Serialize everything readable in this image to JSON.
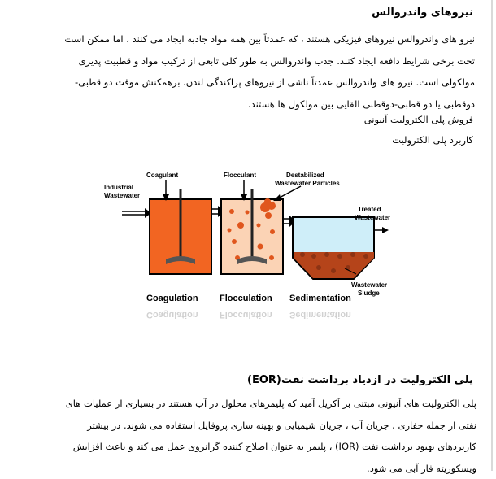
{
  "section1": {
    "title": "نیروهای واندروالس",
    "lines": [
      "نیرو های واندروالس نیروهای فیزیکی هستند ، که عمدتاً بین همه مواد جاذبه ایجاد می کنند ، اما ممکن است",
      "تحت برخی شرایط دافعه ایجاد کنند. جذب واندروالس به طور کلی تابعی از ترکیب مواد و قطبیت پذیری",
      "مولکولی است. نیرو های واندروالس عمدتاً ناشی از نیروهای پراکندگی لندن، برهمکنش موقت دو قطبی-",
      "دوقطبی یا دو قطبی-دوقطبی القایی بین مولکول ها هستند."
    ],
    "item1": "فروش پلی الکترولیت آنیونی",
    "item2": "کاربرد پلی الکترولیت"
  },
  "diagram": {
    "labels": {
      "industrial_wastewater": [
        "Industrial",
        "Wastewater"
      ],
      "coagulant": "Coagulant",
      "flocculant": "Flocculant",
      "destabilized": [
        "Destabilized",
        "Wastewater Particles"
      ],
      "treated_wastewater": [
        "Treated",
        "Wastewater"
      ],
      "wastewater_sludge": [
        "Wastewater",
        "Sludge"
      ]
    },
    "stages": [
      "Coagulation",
      "Flocculation",
      "Sedimentation"
    ],
    "colors": {
      "coagulation_fill": "#f26522",
      "flocculation_fill": "#fbd3b5",
      "sedimentation_fill": "#cfeef9",
      "particles": "#e0561d",
      "sludge": "#b5441a"
    }
  },
  "section2": {
    "title": "پلی الکترولیت در ازدیاد برداشت نفت(EOR)",
    "lines": [
      "پلی الکترولیت های آنیونی مبتنی بر آکریل آمید که پلیمرهای محلول در آب هستند در بسیاری از عملیات های",
      "نفتی از جمله حفاری ، جریان آب ، جریان شیمیایی و بهینه سازی پروفایل استفاده می شوند. در بیشتر",
      "کاربردهای بهبود برداشت نفت (IOR) ، پلیمر به عنوان اصلاح کننده گرانروی عمل می کند و باعث افزایش",
      "ویسکوزیته فاز آبی می شود."
    ]
  }
}
